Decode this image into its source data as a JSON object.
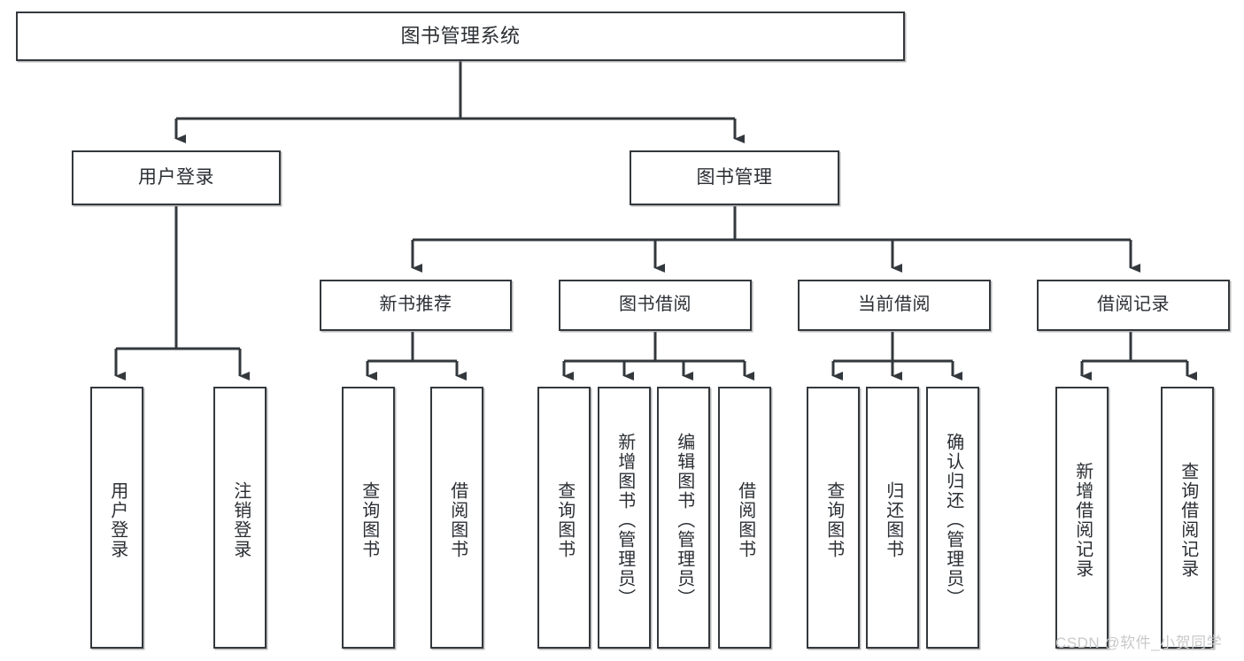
{
  "diagram": {
    "title": "图书管理系统",
    "type": "hierarchy-tree",
    "colors": {
      "box_border": "#33383d",
      "box_fill": "#ffffff",
      "connector": "#33383d",
      "text": "#2b2f33",
      "watermark": "#c9c9c9"
    },
    "root": {
      "label": "图书管理系统"
    },
    "level2": [
      {
        "label": "用户登录"
      },
      {
        "label": "图书管理"
      }
    ],
    "level3": [
      {
        "label": "新书推荐"
      },
      {
        "label": "图书借阅"
      },
      {
        "label": "当前借阅"
      },
      {
        "label": "借阅记录"
      }
    ],
    "leaves": {
      "user_login": [
        {
          "label": "用户登录"
        },
        {
          "label": "注销登录"
        }
      ],
      "new_book_recommend": [
        {
          "label": "查询图书"
        },
        {
          "label": "借阅图书"
        }
      ],
      "book_borrow": [
        {
          "label": "查询图书"
        },
        {
          "label": "新增图书（管理员）"
        },
        {
          "label": "编辑图书（管理员）"
        },
        {
          "label": "借阅图书"
        }
      ],
      "current_borrow": [
        {
          "label": "查询图书"
        },
        {
          "label": "归还图书"
        },
        {
          "label": "确认归还（管理员）"
        }
      ],
      "borrow_record": [
        {
          "label": "新增借阅记录"
        },
        {
          "label": "查询借阅记录"
        }
      ]
    }
  },
  "watermark": {
    "text": "CSDN @软件_小贺同学"
  }
}
